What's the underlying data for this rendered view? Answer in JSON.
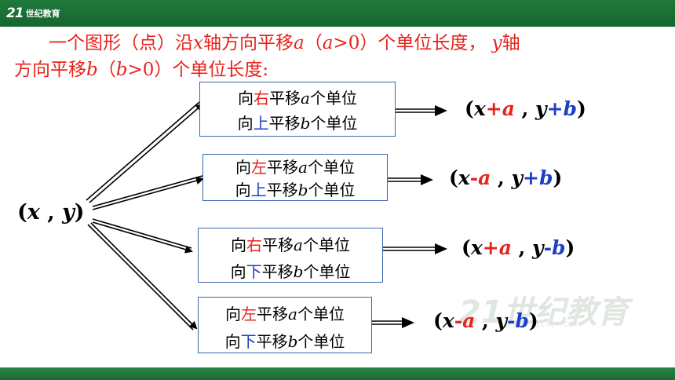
{
  "header": {
    "logo_mark": "21",
    "logo_text": "世纪教育"
  },
  "intro": {
    "line1": {
      "p1": "一个图形（点）沿",
      "x": "x",
      "p2": "轴方向平移",
      "a1": "a",
      "p3": "（",
      "a2": "a",
      "p4": ">0）个单位长度，",
      "y": "y",
      "p5": "轴"
    },
    "line2": {
      "p1": "方向平移",
      "b1": "b",
      "p2": "（",
      "b2": "b",
      "p3": ">0）个单位长度:"
    }
  },
  "origin": {
    "open": "(",
    "x": "x",
    "comma": " , ",
    "y": "y",
    "close": ")"
  },
  "rules": [
    {
      "line1": {
        "pre": "向",
        "dir": "右",
        "mid": "平移",
        "var": "a",
        "post": "个单位"
      },
      "line2": {
        "pre": "向",
        "dir": "上",
        "mid": "平移",
        "var": "b",
        "post": "个单位"
      },
      "result": {
        "open": "(",
        "x": "x",
        "op1": "+",
        "a": "a",
        "sep": " , ",
        "y": "y",
        "op2": "+",
        "b": "b",
        "close": ")"
      }
    },
    {
      "line1": {
        "pre": "向",
        "dir": "左",
        "mid": "平移",
        "var": "a",
        "post": "个单位"
      },
      "line2": {
        "pre": "向",
        "dir": "上",
        "mid": "平移",
        "var": "b",
        "post": "个单位"
      },
      "result": {
        "open": "(",
        "x": "x",
        "op1": "-",
        "a": "a",
        "sep": " , ",
        "y": "y",
        "op2": "+",
        "b": "b",
        "close": ")"
      }
    },
    {
      "line1": {
        "pre": "向",
        "dir": "右",
        "mid": "平移",
        "var": "a",
        "post": "个单位"
      },
      "line2": {
        "pre": "向",
        "dir": "下",
        "mid": "平移",
        "var": "b",
        "post": "个单位"
      },
      "result": {
        "open": "(",
        "x": "x",
        "op1": "+",
        "a": "a",
        "sep": " , ",
        "y": "y",
        "op2": "-",
        "b": "b",
        "close": ")"
      }
    },
    {
      "line1": {
        "pre": "向",
        "dir": "左",
        "mid": "平移",
        "var": "a",
        "post": "个单位"
      },
      "line2": {
        "pre": "向",
        "dir": "下",
        "mid": "平移",
        "var": "b",
        "post": "个单位"
      },
      "result": {
        "open": "(",
        "x": "x",
        "op1": "-",
        "a": "a",
        "sep": " , ",
        "y": "y",
        "op2": "-",
        "b": "b",
        "close": ")"
      }
    }
  ],
  "watermark": {
    "main": "21世纪教育",
    "sub": "WWW.21CNJY.COM"
  },
  "colors": {
    "header_green": "#1f7a3c",
    "text_red": "#e8231b",
    "text_blue": "#1e3fc4",
    "box_border": "#3a6aa8"
  }
}
